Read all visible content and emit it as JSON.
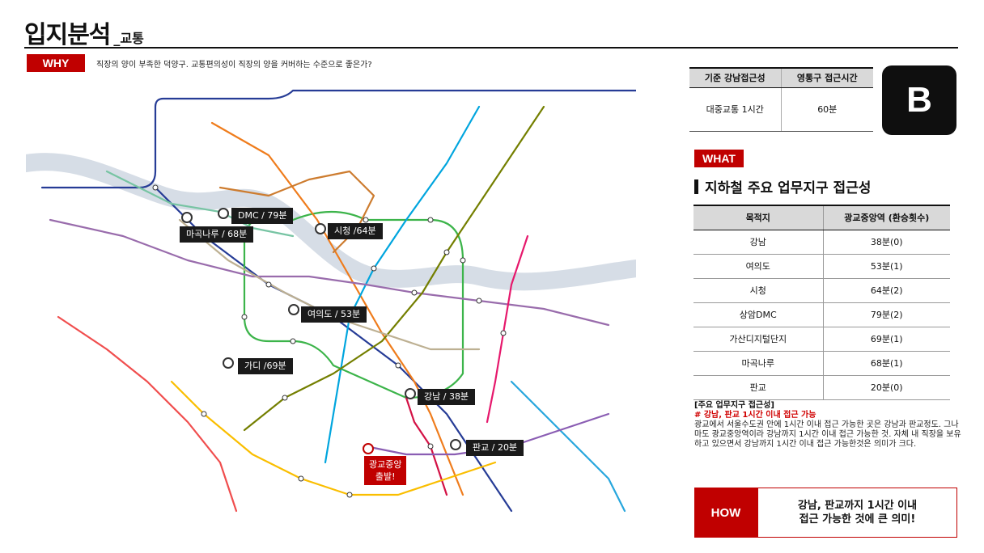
{
  "header": {
    "title": "입지분석",
    "subtitle": "_교통"
  },
  "why": {
    "tag": "WHY",
    "text": "직장의 양이 부족한 덕양구. 교통편의성이 직장의 양을 커버하는 수준으로 좋은가?"
  },
  "map": {
    "labels": [
      "DMC / 79분",
      "마곡나루 / 68분",
      "시청 /64분",
      "여의도 / 53분",
      "가디 /69분",
      "강남 / 38분",
      "판교 / 20분"
    ],
    "origin": {
      "line1": "광교중앙",
      "line2": "출발!"
    },
    "line_colors": {
      "line1": "#263c96",
      "line2": "#3cb44a",
      "line3": "#ef7c1c",
      "line4": "#00a5de",
      "line5": "#996cac",
      "line6": "#cd7c2f",
      "line7": "#747f00",
      "line8": "#e6186c",
      "line9": "#bdb092",
      "shinbundang": "#d31145",
      "suin": "#fabe00",
      "gyeongui": "#77c4a3"
    }
  },
  "grade": {
    "headers": [
      "기준 강남접근성",
      "영통구 접근시간"
    ],
    "row": [
      "대중교통 1시간",
      "60분"
    ],
    "badge": "B"
  },
  "what": {
    "tag": "WHAT",
    "title": "지하철 주요 업무지구 접근성",
    "table": {
      "headers": [
        "목적지",
        "광교중앙역 (환승횟수)"
      ],
      "rows": [
        [
          "강남",
          "38분(0)"
        ],
        [
          "여의도",
          "53분(1)"
        ],
        [
          "시청",
          "64분(2)"
        ],
        [
          "상암DMC",
          "79분(2)"
        ],
        [
          "가산디지털단지",
          "69분(1)"
        ],
        [
          "마곡나루",
          "68분(1)"
        ],
        [
          "판교",
          "20분(0)"
        ]
      ]
    }
  },
  "notes": {
    "heading": "[주요 업무지구 접근성]",
    "highlight": "# 강남, 판교 1시간 이내 접근 가능",
    "body": "광교에서 서울수도권 안에 1시간 이내 접근 가능한 곳은 강남과 판교정도. 그나마도 광교중앙역이라 강남까지 1시간 이내 접근 가능한 것. 자체 내 직장을 보유하고 있으면서 강남까지 1시간 이내 접근 가능한것은 의미가 크다."
  },
  "how": {
    "tag": "HOW",
    "text": "강남, 판교까지 1시간 이내 접근 가능한 것에 큰 의미!"
  }
}
